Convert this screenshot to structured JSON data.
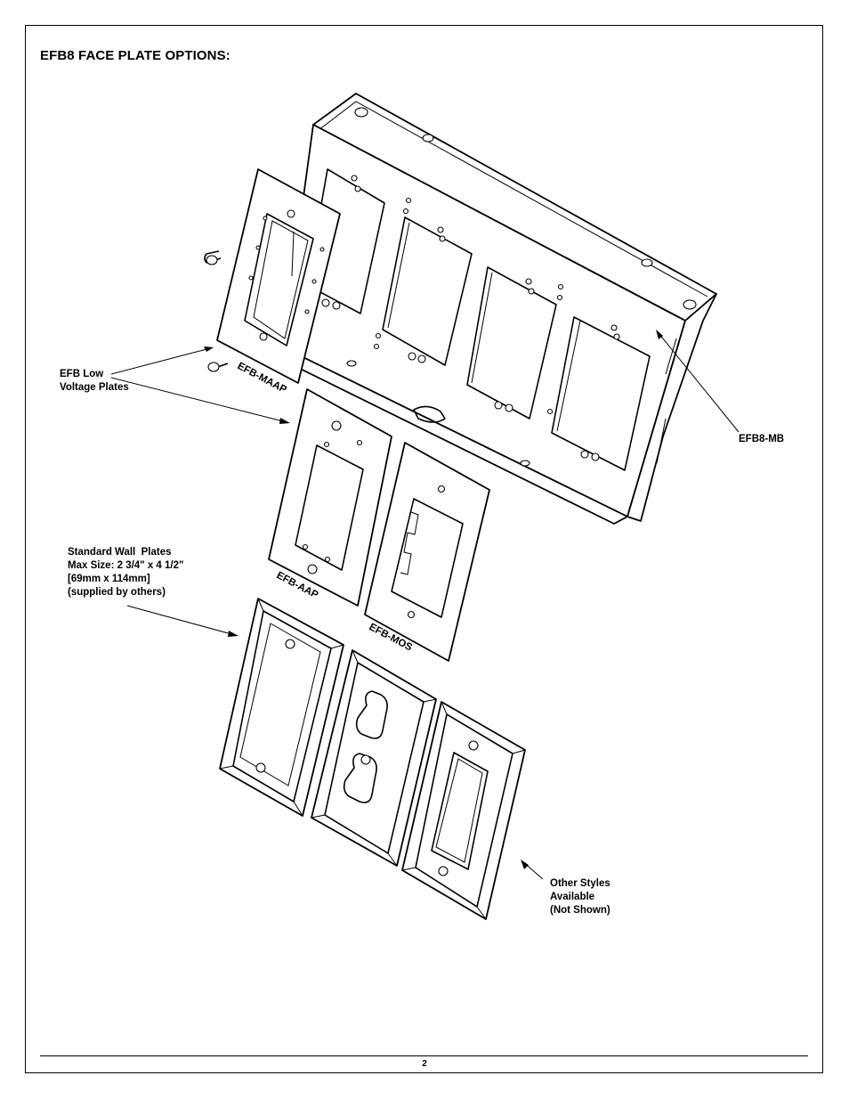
{
  "heading": "EFB8 FACE PLATE OPTIONS:",
  "callouts": {
    "low_voltage": "EFB Low\nVoltage Plates",
    "standard_plates": "Standard Wall  Plates\nMax Size: 2 3/4\" x 4 1/2\"\n[69mm x 114mm]\n(supplied by others)",
    "mounting_bracket": "EFB8-MB",
    "other_styles": "Other Styles\nAvailable\n(Not Shown)"
  },
  "part_labels": {
    "maap": "EFB-MAAP",
    "aap": "EFB-AAP",
    "mos": "EFB-MOS"
  },
  "page_number": "2"
}
